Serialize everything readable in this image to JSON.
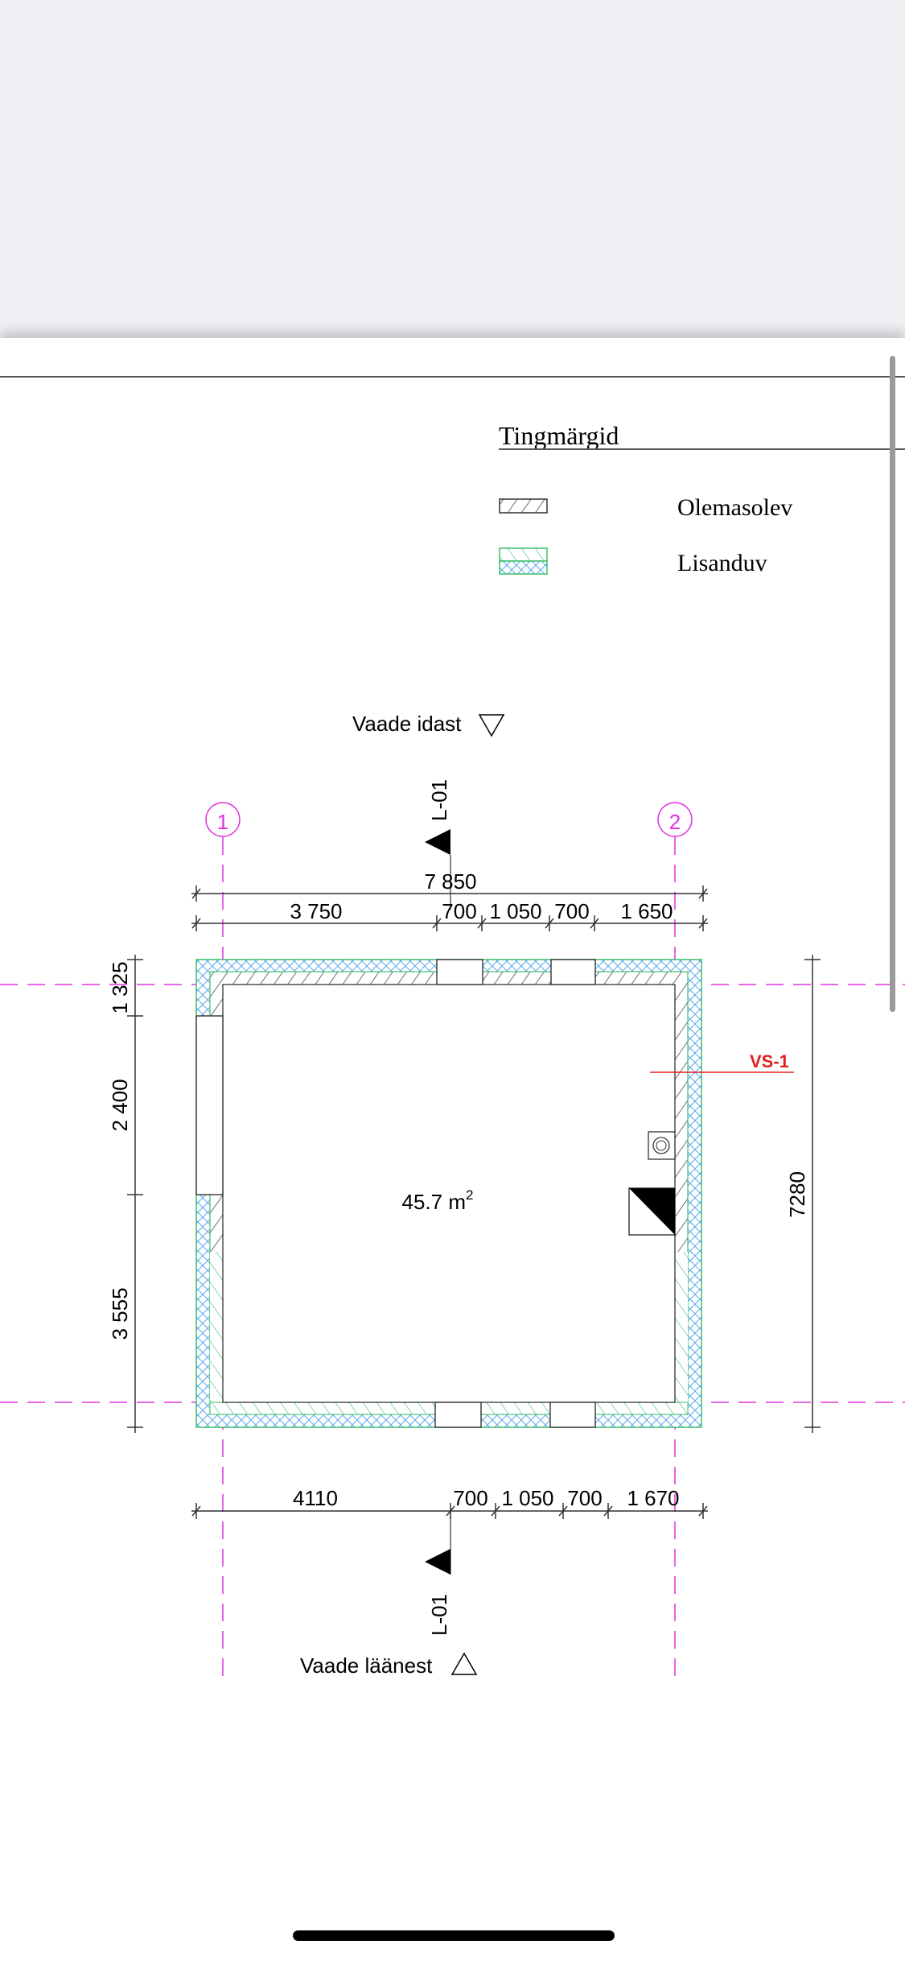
{
  "legend": {
    "title": "Tingmärgid",
    "items": [
      {
        "label": "Olemasolev",
        "pattern": "existing-hatch"
      },
      {
        "label": "Lisanduv",
        "pattern": "added-hatch"
      }
    ]
  },
  "plan": {
    "view_top": "Vaade idast",
    "view_bottom": "Vaade läänest",
    "section_top": "L-01",
    "section_bottom": "L-01",
    "axis_1": "1",
    "axis_2": "2",
    "total_width": "7 850",
    "top_dims": [
      "3 750",
      "700",
      "1 050",
      "700",
      "1 650"
    ],
    "bottom_dims": [
      "4110",
      "700",
      "1 050",
      "700",
      "1 670"
    ],
    "left_dims": [
      "1 325",
      "2 400",
      "3 555"
    ],
    "right_dim": "7280",
    "area": "45.7 m",
    "area_sup": "2",
    "section_vs": "VS-1"
  },
  "colors": {
    "axis": "#e030e0",
    "new_green": "#3cbf6a",
    "new_blue": "#5aa8f0",
    "vs": "#e02020"
  }
}
